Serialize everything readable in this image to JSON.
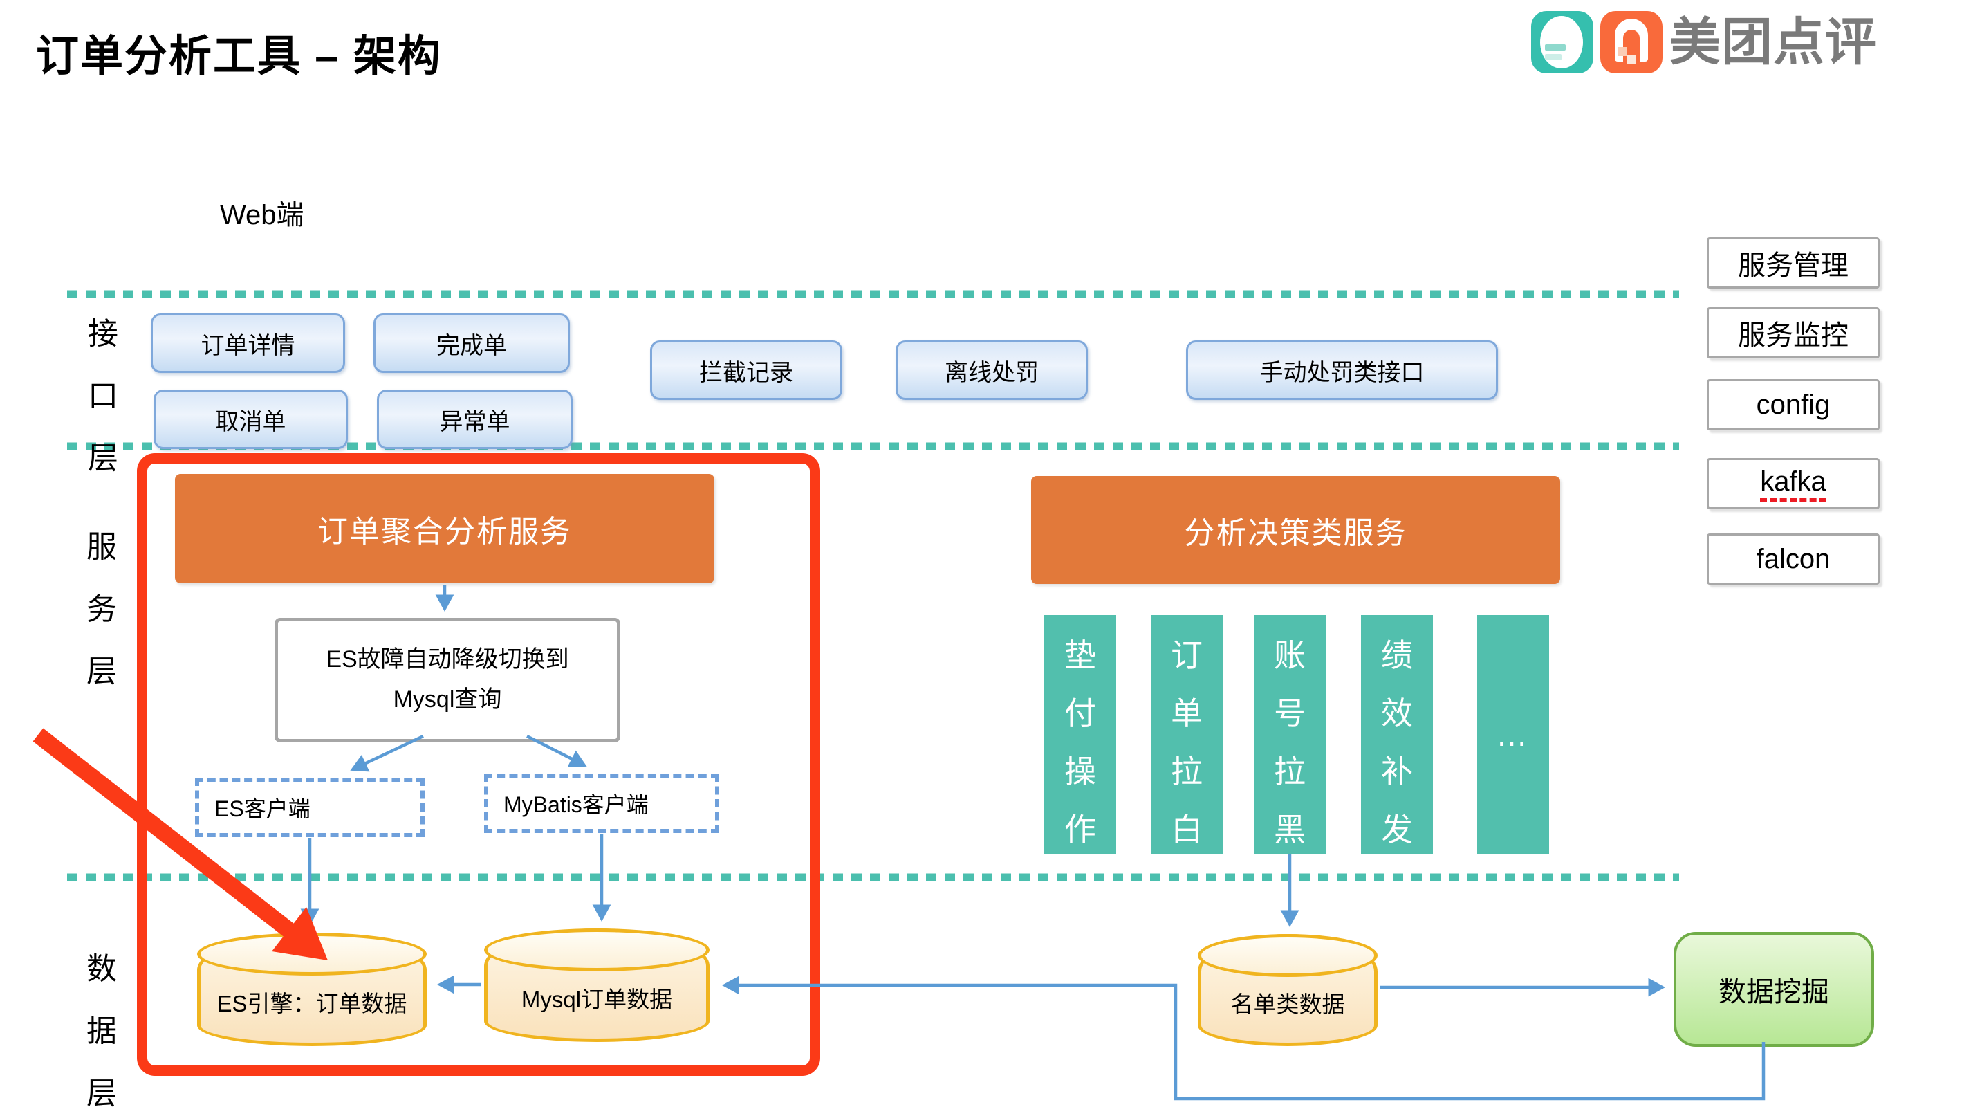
{
  "title": "订单分析工具 – 架构",
  "logo": {
    "brand_text": "美团点评"
  },
  "web_client_label": "Web端",
  "layer_labels": {
    "interface": "接口层",
    "service": "服务层",
    "data": "数据层"
  },
  "interface_layer": {
    "order_detail": "订单详情",
    "completed_order": "完成单",
    "cancel_order": "取消单",
    "abnormal_order": "异常单",
    "intercept_record": "拦截记录",
    "offline_penalty": "离线处罚",
    "manual_penalty_api": "手动处罚类接口"
  },
  "right_panel": {
    "items": [
      {
        "label": "服务管理"
      },
      {
        "label": "服务监控"
      },
      {
        "label": "config"
      },
      {
        "label": "kafka"
      },
      {
        "label": "falcon"
      }
    ]
  },
  "service_layer": {
    "order_aggregation_service": "订单聚合分析服务",
    "decision_service": "分析决策类服务",
    "es_fallback_line1": "ES故障自动降级切换到",
    "es_fallback_line2": "Mysql查询",
    "es_client": "ES客户端",
    "mybatis_client": "MyBatis客户端",
    "capabilities": [
      "垫付操作",
      "订单拉白",
      "账号拉黑",
      "绩效补发",
      "…"
    ]
  },
  "data_layer": {
    "es_engine": "ES引擎：订单数据",
    "mysql_order_data": "Mysql订单数据",
    "list_data": "名单类数据",
    "data_mining": "数据挖掘"
  },
  "colors": {
    "teal": "#4bbfae",
    "teal_column": "#52bfad",
    "orange": "#e2793a",
    "red": "#fb3a17",
    "blue": "#5b9bd5",
    "green_border": "#70ad47",
    "blue_box_border": "#7fa8db",
    "logo_teal": "#35bfae",
    "logo_orange": "#f96a3b"
  }
}
